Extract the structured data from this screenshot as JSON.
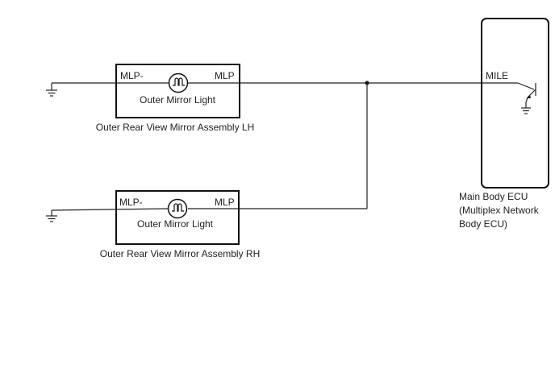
{
  "lh": {
    "pin_left": "MLP-",
    "pin_right": "MLP",
    "inner_label": "Outer Mirror Light",
    "assembly_label": "Outer Rear View Mirror Assembly LH"
  },
  "rh": {
    "pin_left": "MLP-",
    "pin_right": "MLP",
    "inner_label": "Outer Mirror Light",
    "assembly_label": "Outer Rear View Mirror Assembly RH"
  },
  "ecu": {
    "pin": "MILE",
    "name_line1": "Main Body ECU",
    "name_line2": "(Multiplex Network",
    "name_line3": "Body ECU)"
  }
}
